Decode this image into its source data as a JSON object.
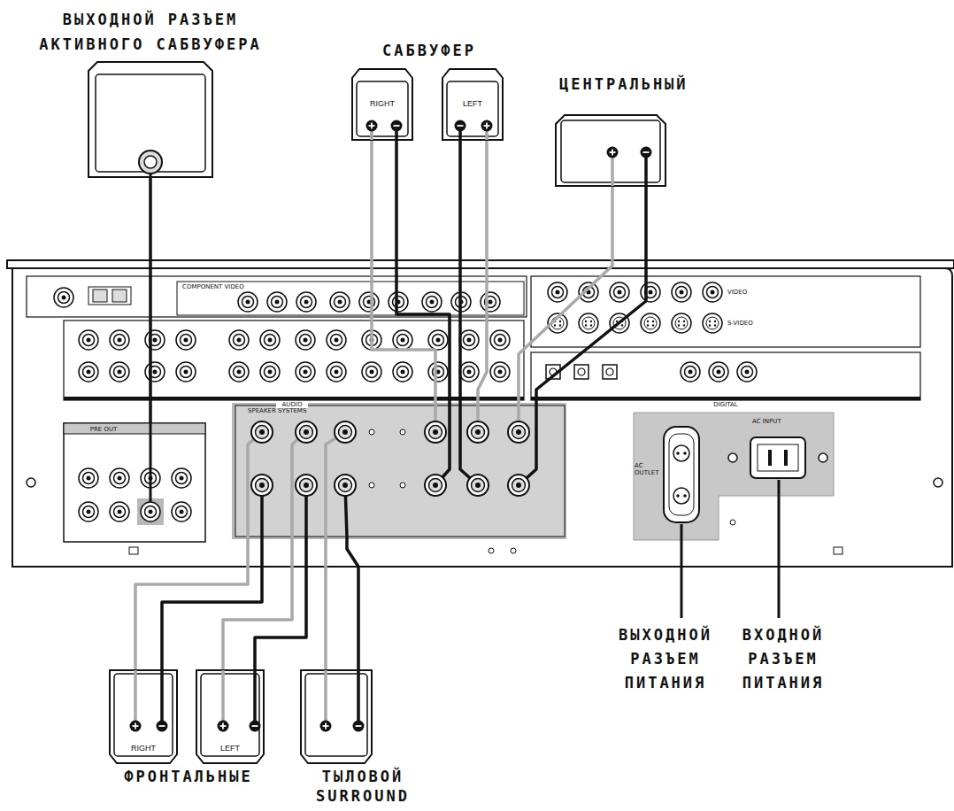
{
  "diagram": {
    "nodes": [
      {
        "text": [
          "ВЫХОДНОЙ РАЗЪЕМ АКТИВНОГО САБВУФЕРА"
        ]
      },
      {
        "text": [
          "RIGHT"
        ]
      },
      {
        "text": [
          "LEFT"
        ]
      },
      {
        "text": [
          "ЦЕНТРАЛЬНЫЙ"
        ]
      },
      {
        "text": [
          "PRE OUT"
        ]
      },
      {
        "text": [
          "SPEAKER SYSTEMS"
        ]
      },
      {
        "text": [
          "AC OUTLET",
          "AC INPUT"
        ]
      },
      {
        "text": [
          "RIGHT"
        ]
      },
      {
        "text": [
          "LEFT"
        ]
      },
      {
        "text": [
          "ТЫЛОВОЙ SURROUND"
        ]
      }
    ],
    "edges": [
      {
        "from": 0,
        "to": 4,
        "arrow": "none"
      },
      {
        "from": 1,
        "to": 5,
        "arrow": "none"
      },
      {
        "from": 1,
        "to": 5,
        "arrow": "none"
      },
      {
        "from": 2,
        "to": 5,
        "arrow": "none"
      },
      {
        "from": 2,
        "to": 5,
        "arrow": "none"
      },
      {
        "from": 3,
        "to": 5,
        "arrow": "none"
      },
      {
        "from": 3,
        "to": 5,
        "arrow": "none"
      },
      {
        "from": 7,
        "to": 5,
        "arrow": "none"
      },
      {
        "from": 7,
        "to": 5,
        "arrow": "none"
      },
      {
        "from": 8,
        "to": 5,
        "arrow": "none"
      },
      {
        "from": 8,
        "to": 5,
        "arrow": "none"
      },
      {
        "from": 9,
        "to": 5,
        "arrow": "none"
      },
      {
        "from": 9,
        "to": 5,
        "arrow": "none"
      }
    ],
    "labels": [
      "САБВУФЕР",
      "ФРОНТАЛЬНЫЕ",
      "ВЫХОДНОЙ РАЗЪЕМ ПИТАНИЯ",
      "ВХОДНОЙ РАЗЪЕМ ПИТАНИЯ",
      "COMPONENT VIDEO",
      "AUDIO",
      "DIGITAL",
      "VIDEO",
      "S-VIDEO"
    ]
  }
}
